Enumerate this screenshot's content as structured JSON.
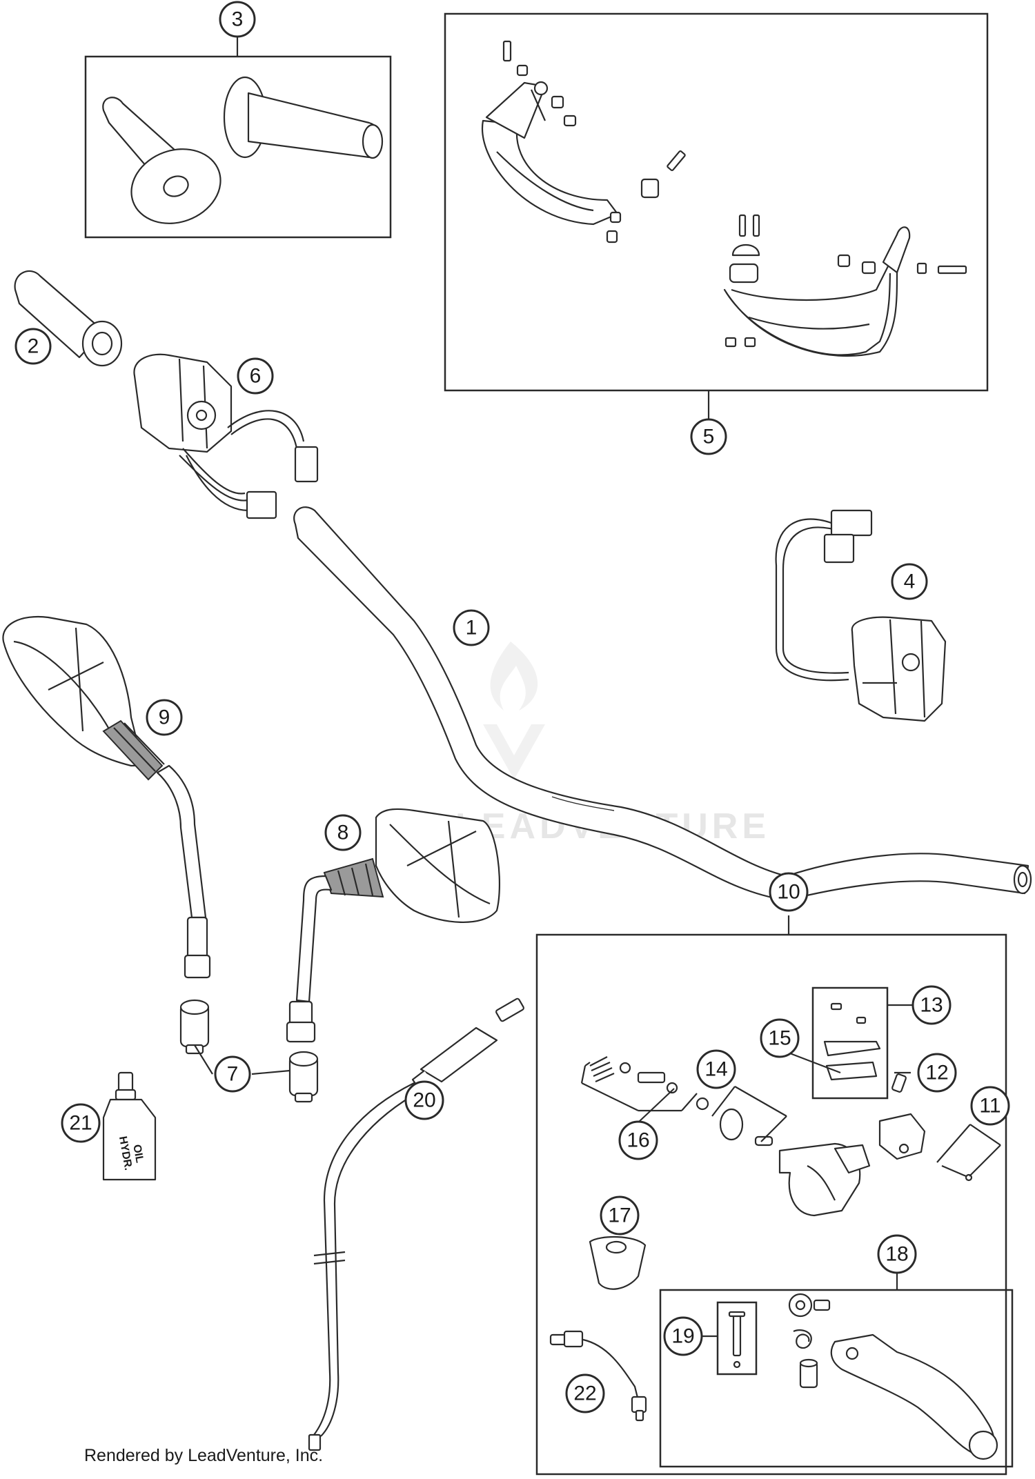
{
  "footer_text": "Rendered by LeadVenture, Inc.",
  "watermark_text": "LEADVENTURE",
  "bottle_label_line1": "HYDR.",
  "bottle_label_line2": "OIL",
  "callouts": {
    "c1": "1",
    "c2": "2",
    "c3": "3",
    "c4": "4",
    "c5": "5",
    "c6": "6",
    "c7": "7",
    "c8": "8",
    "c9": "9",
    "c10": "10",
    "c11": "11",
    "c12": "12",
    "c13": "13",
    "c14": "14",
    "c15": "15",
    "c16": "16",
    "c17": "17",
    "c18": "18",
    "c19": "19",
    "c20": "20",
    "c21": "21",
    "c22": "22"
  }
}
